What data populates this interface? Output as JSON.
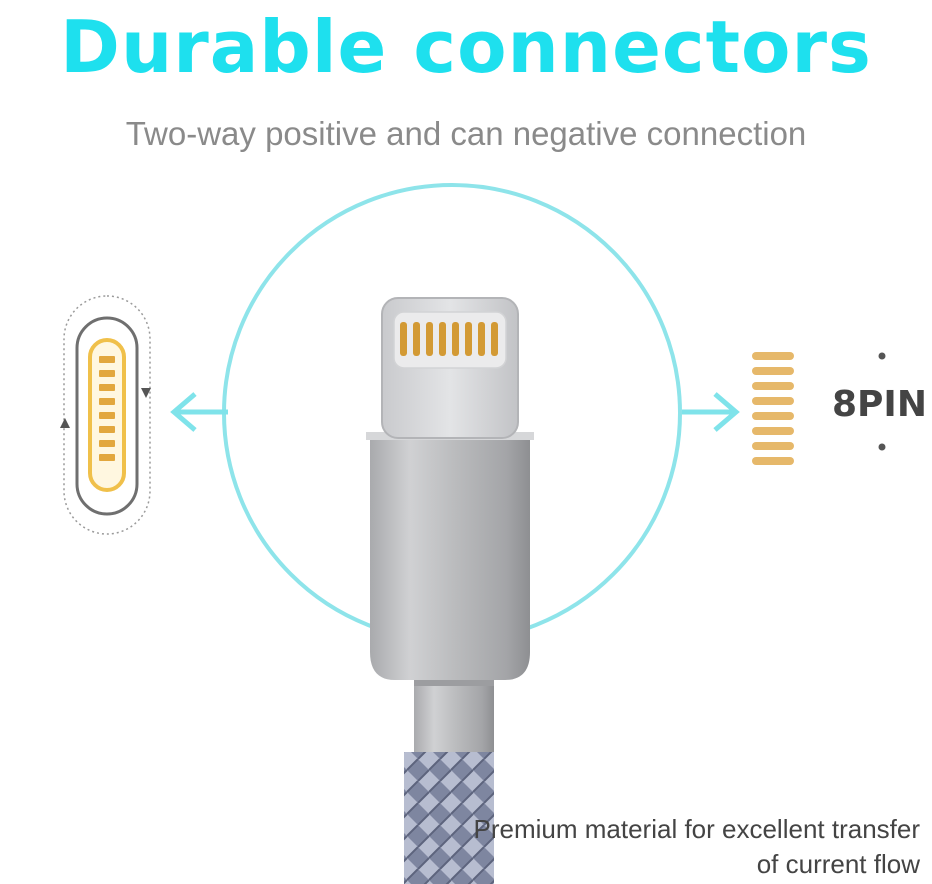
{
  "headline": "Durable connectors",
  "subheadline": "Two-way positive and can negative connection",
  "pin_label": "8PIN",
  "caption": {
    "line1": "Premium material for excellent transfer",
    "line2": "of current flow"
  },
  "colors": {
    "accent": "#1ee0ee",
    "circle": "#7fe3ea",
    "text_gray": "#8a8a8a",
    "dark_text": "#444444",
    "gold": "#e2b25a"
  },
  "icons": [
    "usb-c-port-icon",
    "left-arrow-icon",
    "right-arrow-icon",
    "lightning-connector-icon",
    "pin-contacts-icon"
  ]
}
